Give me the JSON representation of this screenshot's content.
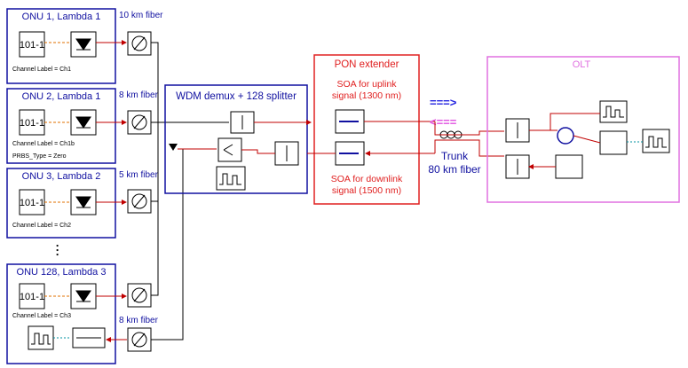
{
  "onus": [
    {
      "title": "ONU 1, Lambda 1",
      "channel": "Channel Label = Ch1",
      "fiber": "10 km fiber"
    },
    {
      "title": "ONU 2, Lambda 1",
      "channel": "Channel Label = Ch1b",
      "prbs": "PRBS_Type = Zero",
      "fiber": "8 km fiber"
    },
    {
      "title": "ONU 3, Lambda 2",
      "channel": "Channel Label = Ch2",
      "fiber": "5 km fiber"
    },
    {
      "title": "ONU 128, Lambda 3",
      "channel": "Channel Label = Ch3",
      "fiber": "8 km fiber"
    }
  ],
  "last_fiber": "8 km fiber",
  "dots": "•  •  •",
  "bit_source": "101-1",
  "wdm": {
    "title": "WDM demux + 128 splitter"
  },
  "pon": {
    "title": "PON extender",
    "uplink_line1": "SOA for uplink",
    "uplink_line2": "signal (1300 nm)",
    "downlink_line1": "SOA for downlink",
    "downlink_line2": "signal (1500 nm)"
  },
  "arrows": {
    "right": "===>",
    "left": "<==="
  },
  "trunk": {
    "line1": "Trunk",
    "line2": "80 km fiber"
  },
  "olt": {
    "title": "OLT"
  },
  "colors": {
    "onu_border": "#1010a0",
    "wdm_border": "#1010a0",
    "pon_border": "#e02020",
    "olt_border": "#e070e0",
    "wire": "#c00000",
    "arrow_right": "#2020e0",
    "arrow_left": "#e050e0"
  }
}
